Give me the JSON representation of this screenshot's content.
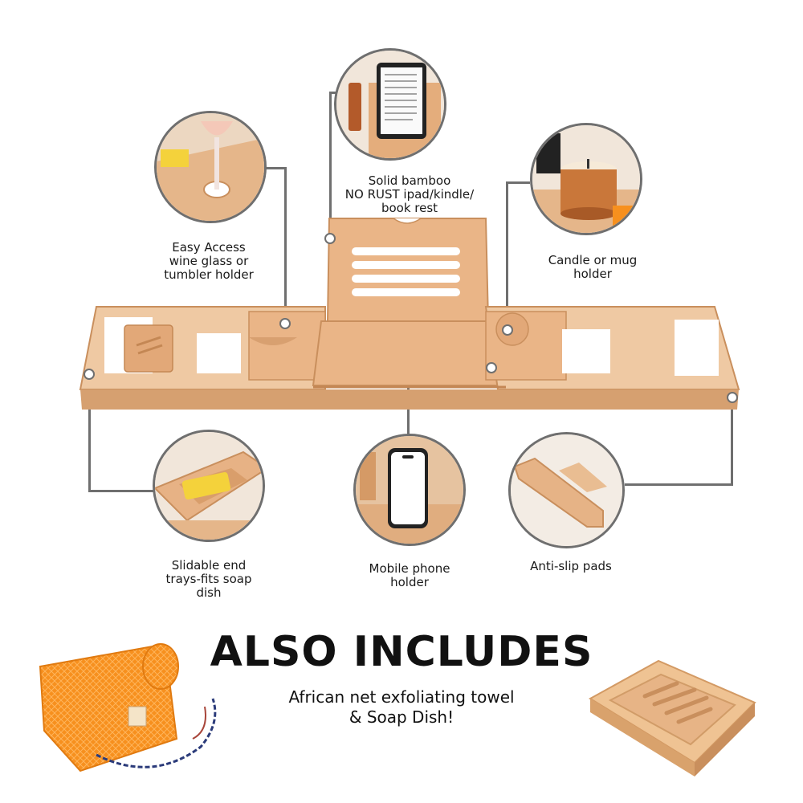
{
  "features": [
    {
      "id": "wine",
      "lines": [
        "Easy Access",
        "wine glass or",
        "tumbler holder"
      ]
    },
    {
      "id": "book",
      "lines": [
        "Solid bamboo",
        "NO RUST ipad/kindle/",
        "book rest"
      ]
    },
    {
      "id": "candle",
      "lines": [
        "Candle or mug",
        "holder"
      ]
    },
    {
      "id": "soap",
      "lines": [
        "Slidable end",
        "trays-fits soap",
        "dish"
      ]
    },
    {
      "id": "phone",
      "lines": [
        "Mobile phone",
        "holder"
      ]
    },
    {
      "id": "antislip",
      "lines": [
        "Anti-slip pads"
      ]
    }
  ],
  "headline": "ALSO INCLUDES",
  "subline": [
    "African net exfoliating towel",
    "& Soap Dish!"
  ],
  "colors": {
    "bamboo": "#e9b98a",
    "bamboo_dark": "#c98f5d",
    "callout": "#6f6f6f",
    "towel": "#f7901e",
    "soap": "#f4d23b"
  },
  "icons": [
    "bath-caddy-tray",
    "wine-glass-detail",
    "tablet-stand-detail",
    "candle-detail",
    "soap-tray-detail",
    "phone-holder-detail",
    "anti-slip-detail",
    "exfoliating-towel",
    "soap-dish"
  ]
}
